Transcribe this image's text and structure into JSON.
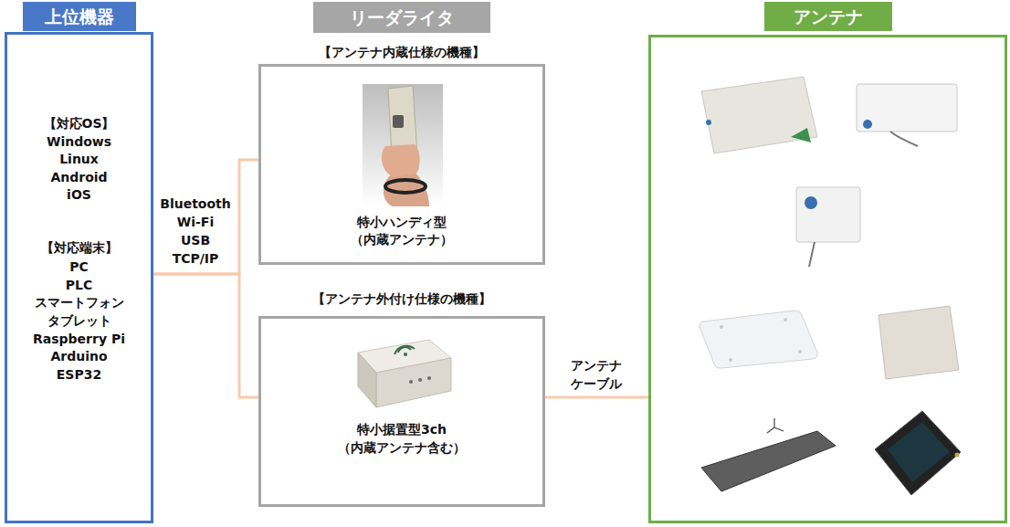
{
  "diagram": {
    "nodes": [
      {
        "text": [
          "上位機器",
          "【対応OS】",
          "Windows",
          "Linux",
          "Android",
          "iOS",
          "【対応端末】",
          "PC",
          "PLC",
          "スマートフォン",
          "タブレット",
          "Raspberry Pi",
          "Arduino",
          "ESP32"
        ]
      },
      {
        "text": [
          "【アンテナ内蔵仕様の機種】",
          "特小ハンディ型",
          "（内蔵アンテナ）"
        ]
      },
      {
        "text": [
          "【アンテナ外付け仕様の機種】",
          "特小据置型3ch",
          "（内蔵アンテナ含む）"
        ]
      },
      {
        "text": [
          "アンテナ"
        ]
      }
    ],
    "edges": [
      {
        "from": 0,
        "to": 1,
        "arrow": "none"
      },
      {
        "from": 0,
        "to": 2,
        "arrow": "none"
      },
      {
        "from": 2,
        "to": 3,
        "arrow": "none",
        "label": "アンテナ ケーブル"
      }
    ],
    "labels": [
      "リーダライタ",
      "Bluetooth",
      "Wi-Fi",
      "USB",
      "TCP/IP"
    ]
  }
}
